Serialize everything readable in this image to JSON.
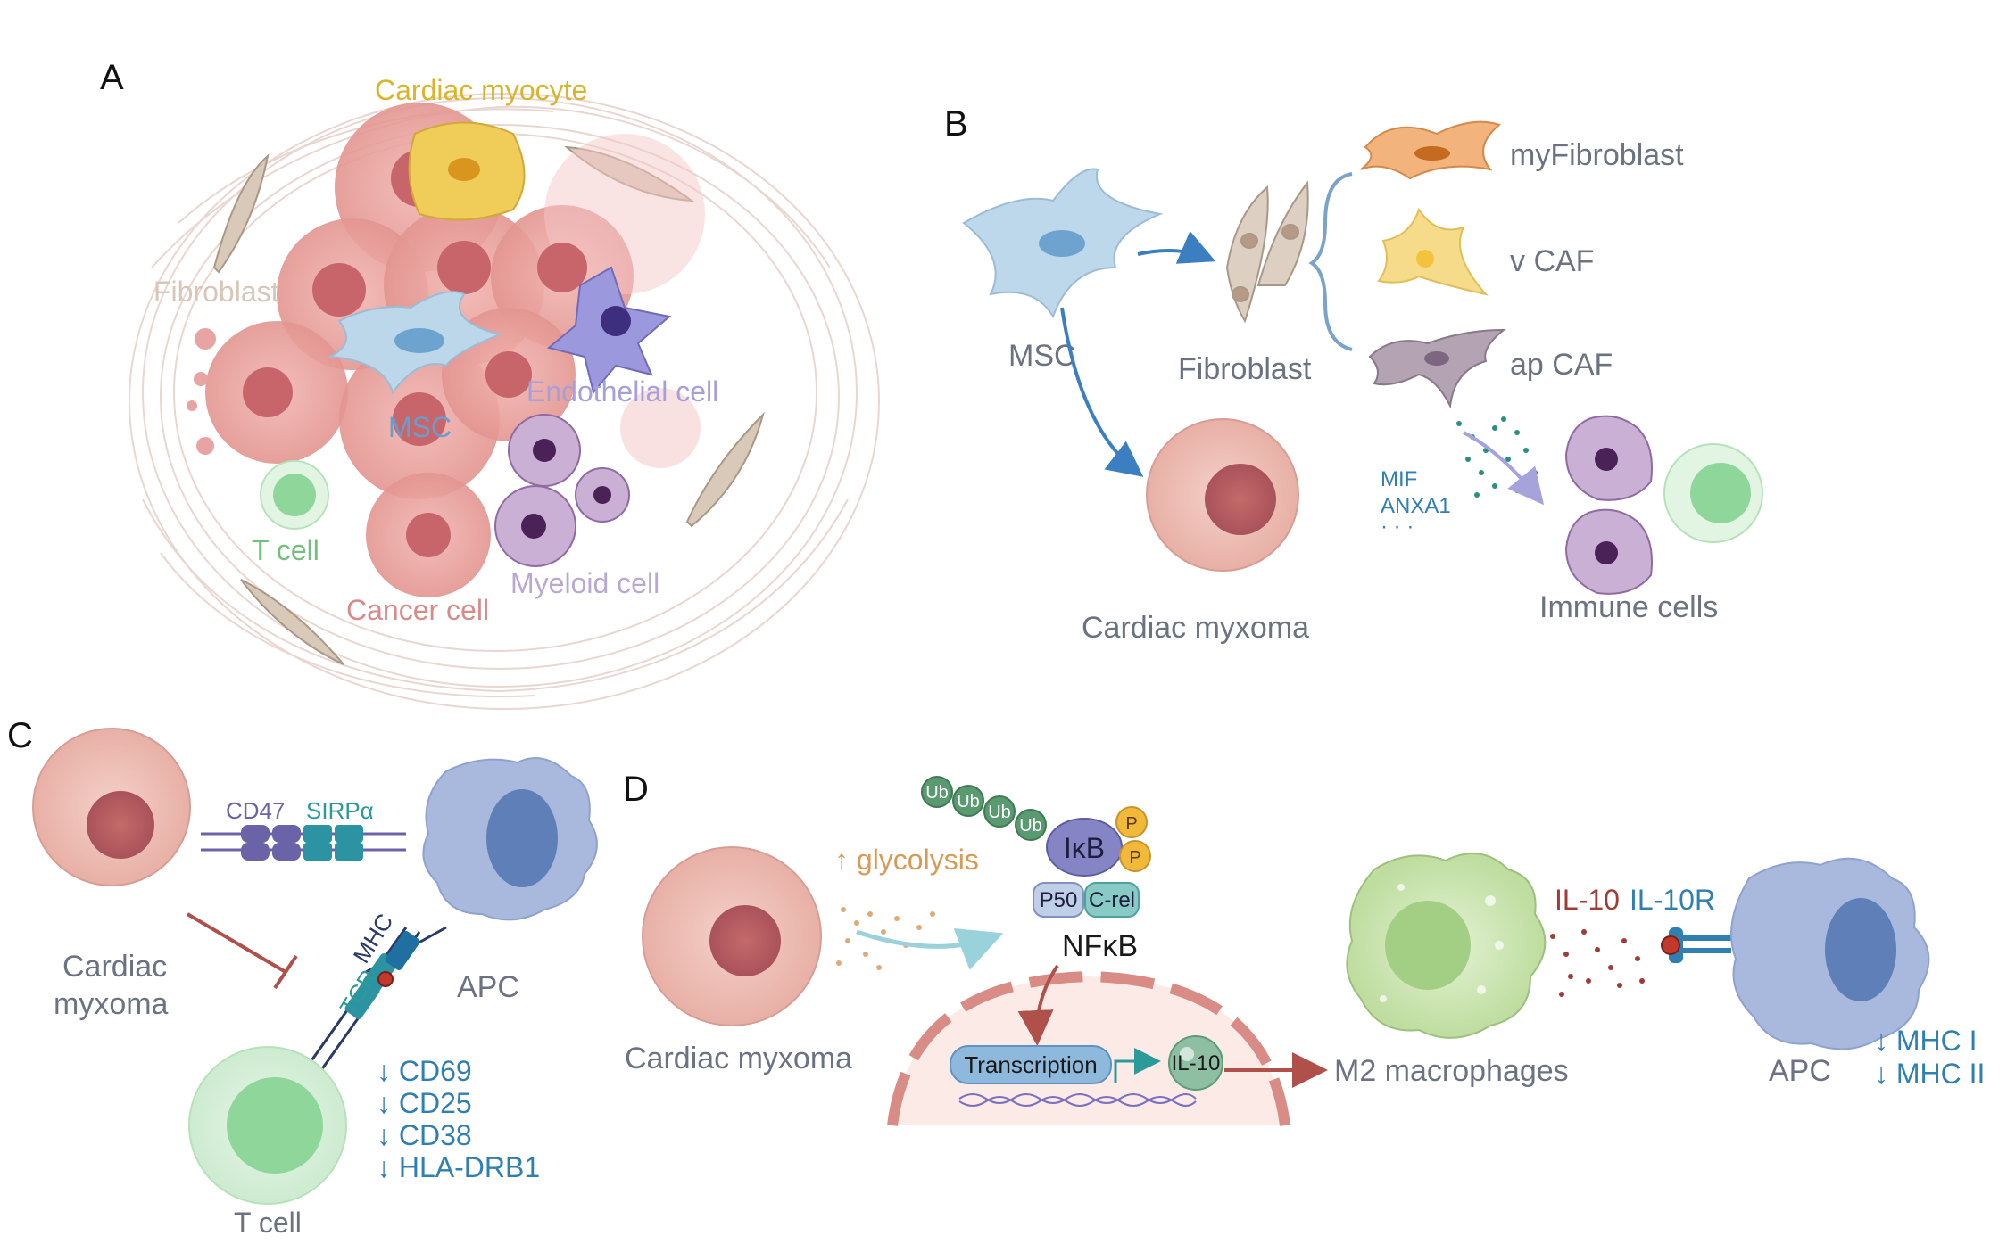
{
  "colors": {
    "cardiac_myocyte": "#e6c24a",
    "fibroblast": "#d8c6b2",
    "cancer_cell": "#e99a98",
    "msc": "#a9cbe6",
    "endothelial": "#8a86cf",
    "myeloid": "#b99ac6",
    "t_cell": "#8fd69a",
    "apc": "#9fb2d8",
    "macrophage": "#b6d89a",
    "text_gray": "#6b7382",
    "text_blue": "#2f7fb1",
    "text_teal": "#2b9a98",
    "text_orange": "#d99a55",
    "text_red": "#a23a35"
  },
  "panels": {
    "a": {
      "letter": "A",
      "labels": {
        "cardiac_myocyte": "Cardiac myocyte",
        "fibroblast": "Fibroblast",
        "msc": "MSC",
        "endothelial_cell": "Endothelial cell",
        "t_cell": "T cell",
        "cancer_cell": "Cancer cell",
        "myeloid_cell": "Myeloid  cell"
      }
    },
    "b": {
      "letter": "B",
      "labels": {
        "msc": "MSC",
        "fibroblast": "Fibroblast",
        "myfibroblast": "myFibroblast",
        "v_caf": "v CAF",
        "ap_caf": "ap CAF",
        "mif": "MIF",
        "anxa1": "ANXA1",
        "ellipsis": "· · ·",
        "immune_cells": "Immune cells",
        "cardiac_myxoma": "Cardiac myxoma"
      }
    },
    "c": {
      "letter": "C",
      "labels": {
        "cd47": "CD47",
        "sirpa": "SIRPα",
        "cardiac": "Cardiac",
        "myxoma": "myxoma",
        "apc": "APC",
        "tcr": "TCR",
        "mhc": "MHC",
        "t_cell": "T cell"
      },
      "markers": [
        "↓ CD69",
        "↓ CD25",
        "↓ CD38",
        "↓ HLA-DRB1"
      ]
    },
    "d": {
      "letter": "D",
      "labels": {
        "glycolysis": "↑ glycolysis",
        "ub": "Ub",
        "ikb": "IκB",
        "p": "P",
        "p50": "P50",
        "crel": "C-rel",
        "nfkb": "NFκB",
        "transcription": "Transcription",
        "il10_nucleus": "IL-10",
        "cardiac_myxoma": "Cardiac myxoma",
        "m2_macrophages": "M2 macrophages",
        "il10": "IL-10",
        "il10r": "IL-10R",
        "apc": "APC",
        "mhc1": "↓ MHC I",
        "mhc2": "↓ MHC II"
      }
    }
  }
}
